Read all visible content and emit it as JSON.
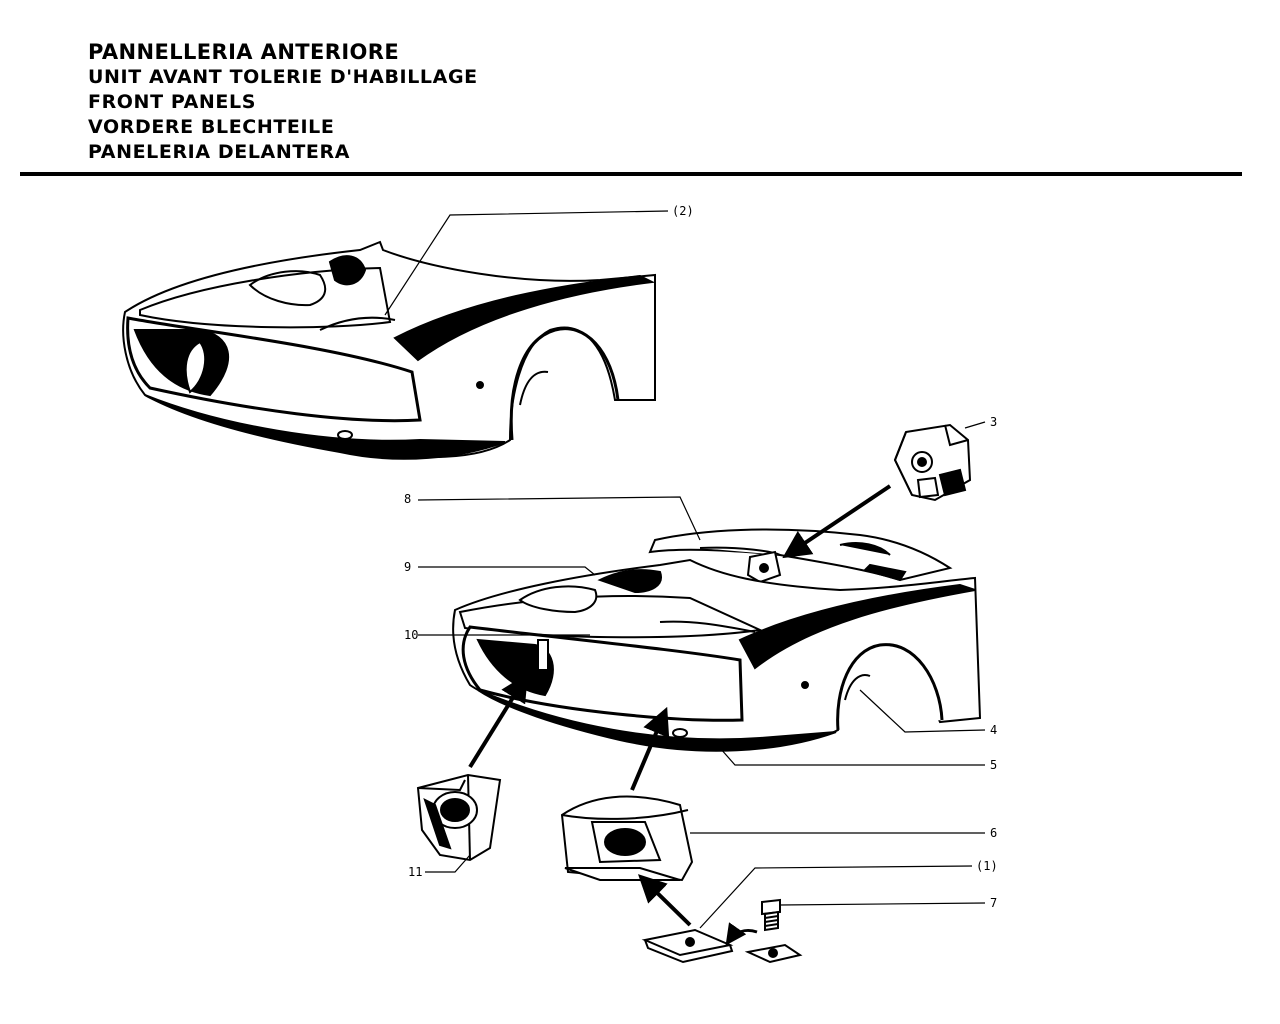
{
  "header": {
    "titles": [
      "PANNELLERIA ANTERIORE",
      "UNIT AVANT TOLERIE D'HABILLAGE",
      "FRONT PANELS",
      "VORDERE BLECHTEILE",
      "PANELERIA DELANTERA"
    ]
  },
  "callouts": {
    "c2": "(2)",
    "c3": "3",
    "c8": "8",
    "c9": "9",
    "c10": "10",
    "c4": "4",
    "c5": "5",
    "c6": "6",
    "c1": "(1)",
    "c7": "7",
    "c11": "11"
  },
  "colors": {
    "ink": "#000000",
    "paper": "#ffffff"
  }
}
